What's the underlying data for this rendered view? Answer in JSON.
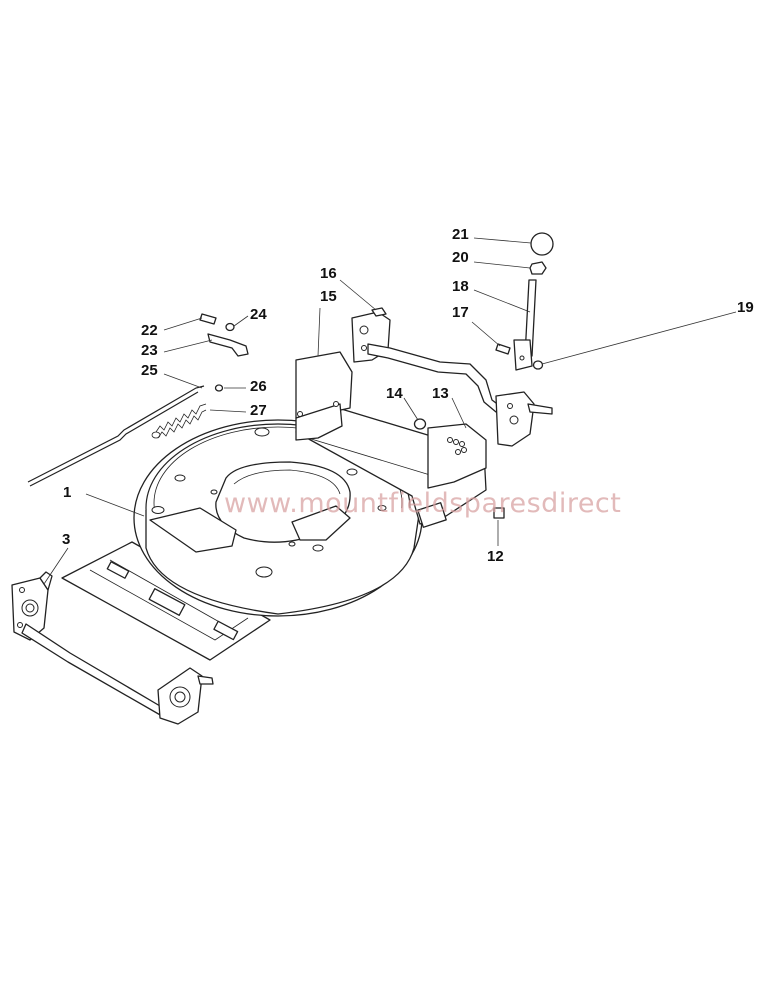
{
  "watermark": "www.mountfieldsparesdirect",
  "callouts": [
    {
      "id": "1",
      "text": "1"
    },
    {
      "id": "3",
      "text": "3"
    },
    {
      "id": "12",
      "text": "12"
    },
    {
      "id": "13",
      "text": "13"
    },
    {
      "id": "14",
      "text": "14"
    },
    {
      "id": "15",
      "text": "15"
    },
    {
      "id": "16",
      "text": "16"
    },
    {
      "id": "17",
      "text": "17"
    },
    {
      "id": "18",
      "text": "18"
    },
    {
      "id": "19",
      "text": "19"
    },
    {
      "id": "20",
      "text": "20"
    },
    {
      "id": "21",
      "text": "21"
    },
    {
      "id": "22",
      "text": "22"
    },
    {
      "id": "23",
      "text": "23"
    },
    {
      "id": "24",
      "text": "24"
    },
    {
      "id": "25",
      "text": "25"
    },
    {
      "id": "26",
      "text": "26"
    },
    {
      "id": "27",
      "text": "27"
    }
  ]
}
